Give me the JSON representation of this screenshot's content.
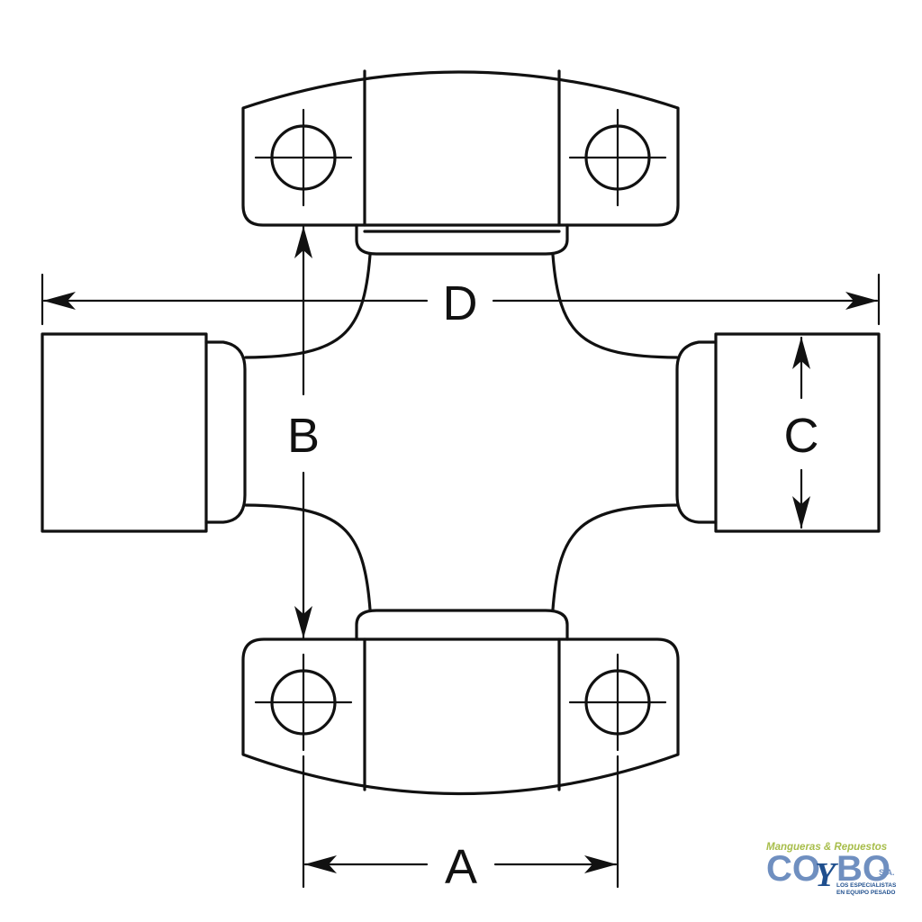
{
  "diagram": {
    "dimensions": [
      {
        "id": "A",
        "label": "A"
      },
      {
        "id": "B",
        "label": "B"
      },
      {
        "id": "C",
        "label": "C"
      },
      {
        "id": "D",
        "label": "D"
      }
    ]
  },
  "logo": {
    "tagline": "Mangueras & Repuestos",
    "brand_left": "CO",
    "brand_mid": "Y",
    "brand_right": "BO",
    "suffix": "S.A.",
    "sub_line1": "LOS ESPECIALISTAS",
    "sub_line2": "EN EQUIPO PESADO",
    "colors": {
      "green": "#a7bd4a",
      "light_blue": "#6f8fc0",
      "dark_blue": "#1f4f8e"
    }
  }
}
